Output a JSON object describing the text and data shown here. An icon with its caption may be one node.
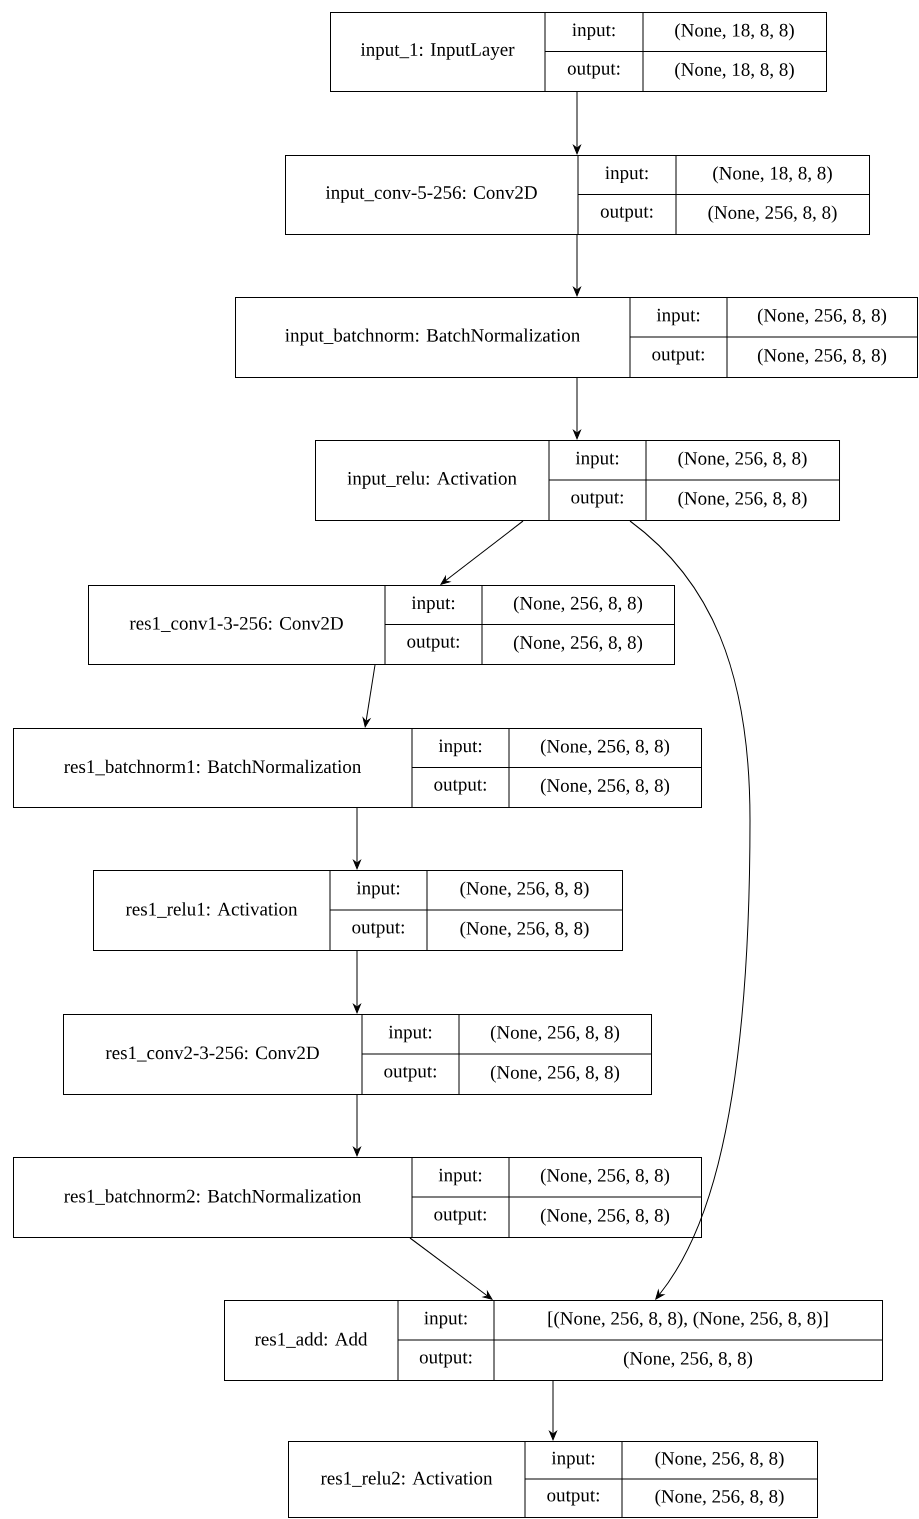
{
  "diagram": {
    "nodes": [
      {
        "text": [
          "input_1: InputLayer",
          "input:",
          "(None, 18, 8, 8)",
          "output:",
          "(None, 18, 8, 8)"
        ]
      },
      {
        "text": [
          "input_conv-5-256: Conv2D",
          "input:",
          "(None, 18, 8, 8)",
          "output:",
          "(None, 256, 8, 8)"
        ]
      },
      {
        "text": [
          "input_batchnorm: BatchNormalization",
          "input:",
          "(None, 256, 8, 8)",
          "output:",
          "(None, 256, 8, 8)"
        ]
      },
      {
        "text": [
          "input_relu: Activation",
          "input:",
          "(None, 256, 8, 8)",
          "output:",
          "(None, 256, 8, 8)"
        ]
      },
      {
        "text": [
          "res1_conv1-3-256: Conv2D",
          "input:",
          "(None, 256, 8, 8)",
          "output:",
          "(None, 256, 8, 8)"
        ]
      },
      {
        "text": [
          "res1_batchnorm1: BatchNormalization",
          "input:",
          "(None, 256, 8, 8)",
          "output:",
          "(None, 256, 8, 8)"
        ]
      },
      {
        "text": [
          "res1_relu1: Activation",
          "input:",
          "(None, 256, 8, 8)",
          "output:",
          "(None, 256, 8, 8)"
        ]
      },
      {
        "text": [
          "res1_conv2-3-256: Conv2D",
          "input:",
          "(None, 256, 8, 8)",
          "output:",
          "(None, 256, 8, 8)"
        ]
      },
      {
        "text": [
          "res1_batchnorm2: BatchNormalization",
          "input:",
          "(None, 256, 8, 8)",
          "output:",
          "(None, 256, 8, 8)"
        ]
      },
      {
        "text": [
          "res1_add: Add",
          "input:",
          "[(None, 256, 8, 8), (None, 256, 8, 8)]",
          "output:",
          "(None, 256, 8, 8)"
        ]
      },
      {
        "text": [
          "res1_relu2: Activation",
          "input:",
          "(None, 256, 8, 8)",
          "output:",
          "(None, 256, 8, 8)"
        ]
      }
    ],
    "edges": [
      {
        "from": 0,
        "to": 1,
        "arrow": "to"
      },
      {
        "from": 1,
        "to": 2,
        "arrow": "to"
      },
      {
        "from": 2,
        "to": 3,
        "arrow": "to"
      },
      {
        "from": 3,
        "to": 4,
        "arrow": "to"
      },
      {
        "from": 3,
        "to": 9,
        "arrow": "to"
      },
      {
        "from": 4,
        "to": 5,
        "arrow": "to"
      },
      {
        "from": 5,
        "to": 6,
        "arrow": "to"
      },
      {
        "from": 6,
        "to": 7,
        "arrow": "to"
      },
      {
        "from": 7,
        "to": 8,
        "arrow": "to"
      },
      {
        "from": 8,
        "to": 9,
        "arrow": "to"
      },
      {
        "from": 9,
        "to": 10,
        "arrow": "to"
      }
    ]
  }
}
